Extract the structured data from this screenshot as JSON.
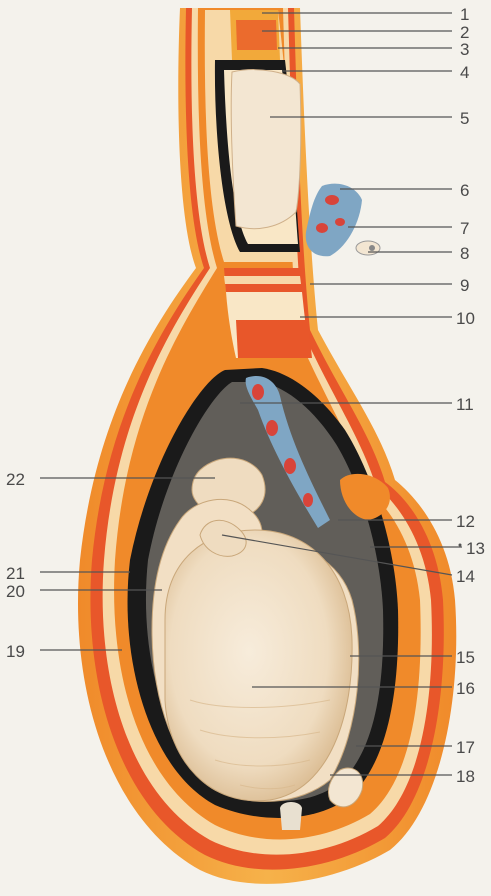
{
  "colors": {
    "background": "#f4f2ec",
    "skin": "#f2a93a",
    "muscle": "#e8572a",
    "fascia": "#f7d9a8",
    "cavity": "#1a1a1a",
    "testis": "#f3e6d2",
    "vessel_blue": "#7fa6c4",
    "vessel_red": "#d8443a",
    "leader_line": "#555555",
    "label_text": "#4a4a4a"
  },
  "labels": {
    "l1": "1",
    "l2": "2",
    "l3": "3",
    "l4": "4",
    "l5": "5",
    "l6": "6",
    "l7": "7",
    "l8": "8",
    "l9": "9",
    "l10": "10",
    "l11": "11",
    "l12": "12",
    "l13": "13",
    "l14": "14",
    "l15": "15",
    "l16": "16",
    "l17": "17",
    "l18": "18",
    "l19": "19",
    "l20": "20",
    "l21": "21",
    "l22": "22"
  }
}
